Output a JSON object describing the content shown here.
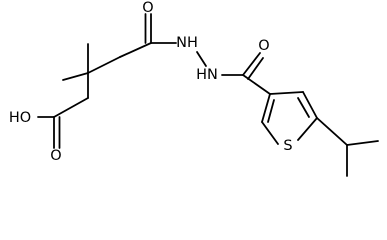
{
  "molecule": {
    "atoms": {
      "HO": "HO",
      "O_acid": "O",
      "O_amide1": "O",
      "NH1": "NH",
      "HN2": "HN",
      "O_amide2": "O",
      "S": "S"
    },
    "colors": {
      "bond": "#000000",
      "label": "#000000",
      "background": "#ffffff"
    }
  }
}
